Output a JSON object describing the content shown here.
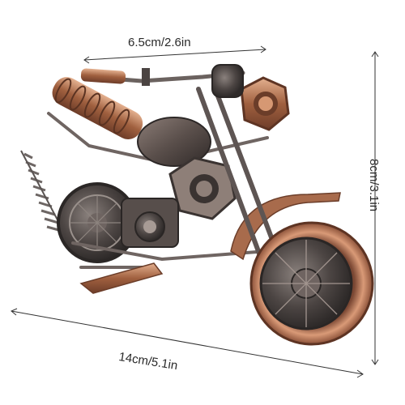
{
  "dimensions": {
    "width_label": "6.5cm/2.6in",
    "height_label": "8cm/3.1in",
    "length_label": "14cm/5.1in"
  },
  "colors": {
    "background": "#ffffff",
    "copper": "#b87352",
    "copper_light": "#e0a582",
    "gunmetal": "#4a4442",
    "dimension_line": "#333333"
  }
}
